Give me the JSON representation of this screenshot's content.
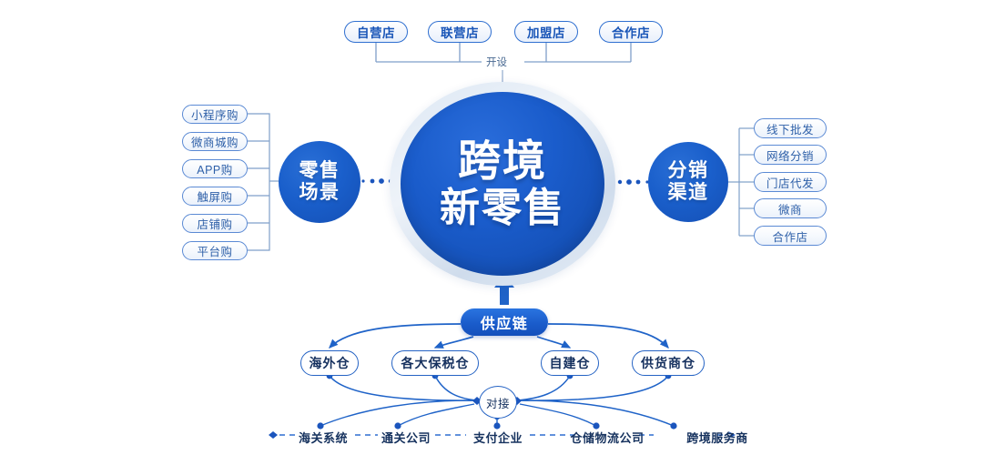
{
  "diagram": {
    "title_line1": "跨境",
    "title_line2": "新零售",
    "open_label": "开设",
    "dock_label": "对接",
    "supply_chain_label": "供应链",
    "retail_circle": {
      "line1": "零售",
      "line2": "场景"
    },
    "channel_circle": {
      "line1": "分销",
      "line2": "渠道"
    },
    "top_stores": [
      {
        "label": "自营店"
      },
      {
        "label": "联营店"
      },
      {
        "label": "加盟店"
      },
      {
        "label": "合作店"
      }
    ],
    "retail_scenarios": [
      {
        "label": "小程序购"
      },
      {
        "label": "微商城购"
      },
      {
        "label": "APP购"
      },
      {
        "label": "触屏购"
      },
      {
        "label": "店铺购"
      },
      {
        "label": "平台购"
      }
    ],
    "distribution_channels": [
      {
        "label": "线下批发"
      },
      {
        "label": "网络分销"
      },
      {
        "label": "门店代发"
      },
      {
        "label": "微商"
      },
      {
        "label": "合作店"
      }
    ],
    "warehouses": [
      {
        "label": "海外仓"
      },
      {
        "label": "各大保税仓"
      },
      {
        "label": "自建仓"
      },
      {
        "label": "供货商仓"
      }
    ],
    "services": [
      {
        "label": "海关系统"
      },
      {
        "label": "通关公司"
      },
      {
        "label": "支付企业"
      },
      {
        "label": "仓储物流公司"
      },
      {
        "label": "跨境服务商"
      }
    ],
    "colors": {
      "primary_blue": "#1a5ccb",
      "line_blue": "#2563c4",
      "pill_border": "#5b8ad4",
      "text_dark": "#16325e",
      "background": "#ffffff"
    }
  }
}
